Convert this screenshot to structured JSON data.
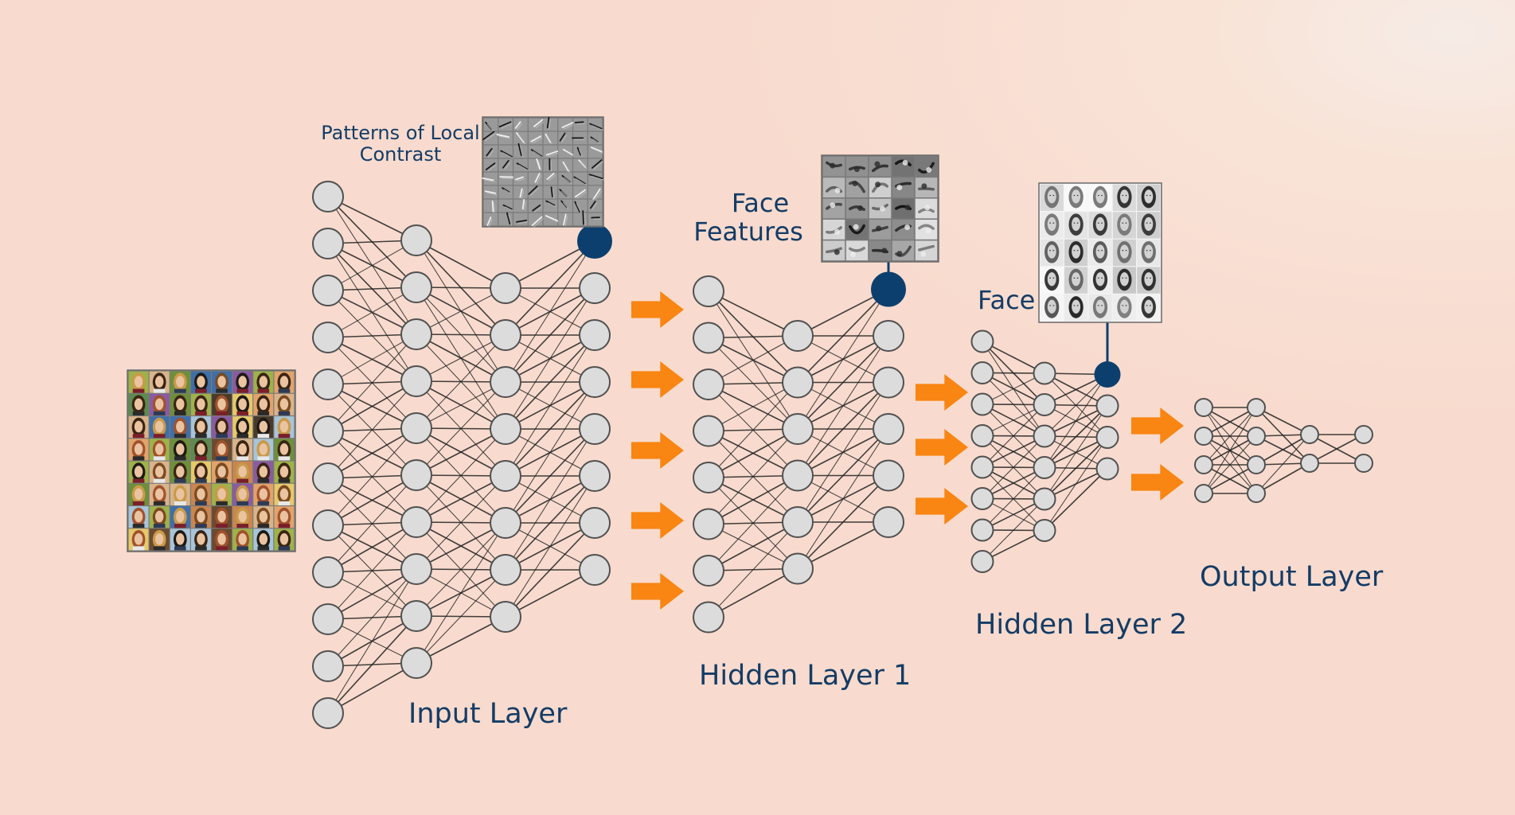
{
  "colors": {
    "node_fill": "#dcdcdc",
    "node_stroke": "#505050",
    "edge": "#202020",
    "highlight_node": "#0d3f6e",
    "arrow": "#f98512",
    "label": "#143c66"
  },
  "labels": {
    "patterns_of_local_contrast_line1": "Patterns of Local",
    "patterns_of_local_contrast_line2": "Contrast",
    "face_features_line1": "Face",
    "face_features_line2": "Features",
    "face": "Face",
    "input_layer": "Input Layer",
    "hidden_layer_1": "Hidden Layer 1",
    "hidden_layer_2": "Hidden Layer 2",
    "output_layer": "Output Layer"
  },
  "networks": [
    {
      "name": "input-layer-network",
      "layers": [
        12,
        10,
        8,
        8
      ],
      "highlight": {
        "layer": 3,
        "node": 0
      }
    },
    {
      "name": "hidden-layer-1-network",
      "layers": [
        8,
        6,
        6
      ],
      "highlight": {
        "layer": 2,
        "node": 0
      }
    },
    {
      "name": "hidden-layer-2-network",
      "layers": [
        8,
        6,
        4
      ],
      "highlight": {
        "layer": 2,
        "node": 0
      }
    },
    {
      "name": "output-layer-network",
      "layers": [
        4,
        4,
        2,
        2
      ],
      "highlight": null
    }
  ],
  "connectors": [
    {
      "name": "connector-arrows-1",
      "count": 5
    },
    {
      "name": "connector-arrows-2",
      "count": 3
    },
    {
      "name": "connector-arrows-3",
      "count": 2
    }
  ],
  "images": [
    {
      "name": "input-face-grid-image",
      "kind": "photo-grid",
      "rows": 8,
      "cols": 8,
      "color": true
    },
    {
      "name": "local-contrast-filters-image",
      "kind": "filter-grid",
      "rows": 8,
      "cols": 8
    },
    {
      "name": "face-features-image",
      "kind": "feature-grid",
      "rows": 5,
      "cols": 5
    },
    {
      "name": "face-reconstructions-image",
      "kind": "photo-grid",
      "rows": 5,
      "cols": 5,
      "color": false
    }
  ]
}
